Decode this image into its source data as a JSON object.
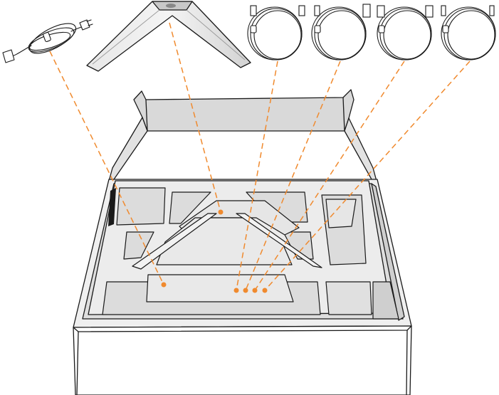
{
  "diagram": {
    "items": [
      {
        "id": "power-cord",
        "icon": "power-cord-icon"
      },
      {
        "id": "stand-base",
        "icon": "stand-base-icon"
      },
      {
        "id": "hdmi-cable",
        "icon": "hdmi-cable-icon"
      },
      {
        "id": "usb-cable",
        "icon": "usb-cable-icon"
      },
      {
        "id": "displayport-cable",
        "icon": "displayport-cable-icon"
      },
      {
        "id": "usb-c-cable",
        "icon": "usb-c-cable-icon"
      }
    ],
    "colors": {
      "outline": "#1a1a1a",
      "box_face": "#ffffff",
      "lid_gray": "#d9d9d9",
      "tray_gray": "#e4e4e4",
      "tray_shadow": "#c8c8c8",
      "leader": "#f08a2e",
      "cable": "#ffffff"
    }
  }
}
